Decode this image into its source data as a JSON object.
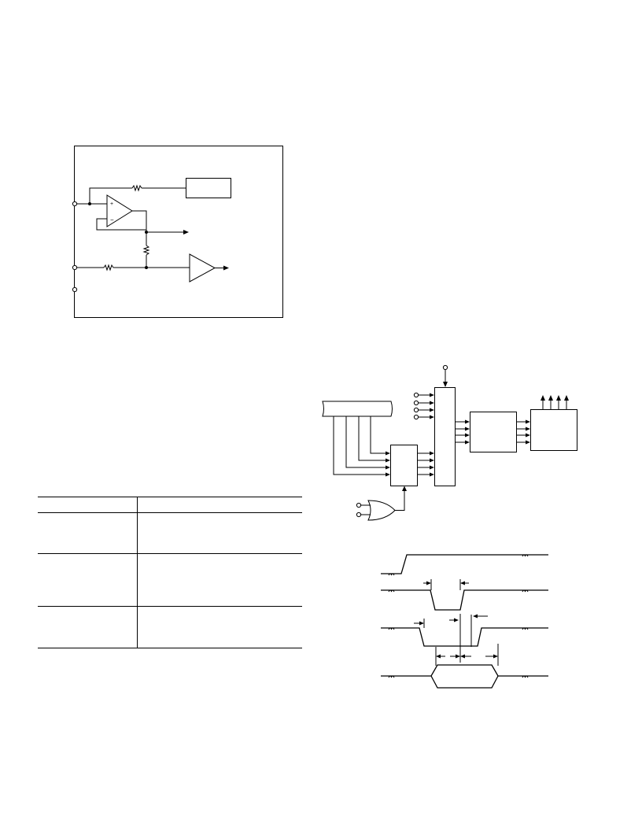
{
  "page": {
    "background": "#ffffff",
    "line_color": "#000000"
  },
  "figures": [
    {
      "id": "opamp-circuit",
      "icon": "opamp-circuit-diagram"
    },
    {
      "id": "block-diagram",
      "icon": "decoder-block-diagram"
    },
    {
      "id": "spec-table",
      "icon": "empty-table"
    },
    {
      "id": "timing-diagram",
      "icon": "timing-waveform-diagram"
    }
  ]
}
